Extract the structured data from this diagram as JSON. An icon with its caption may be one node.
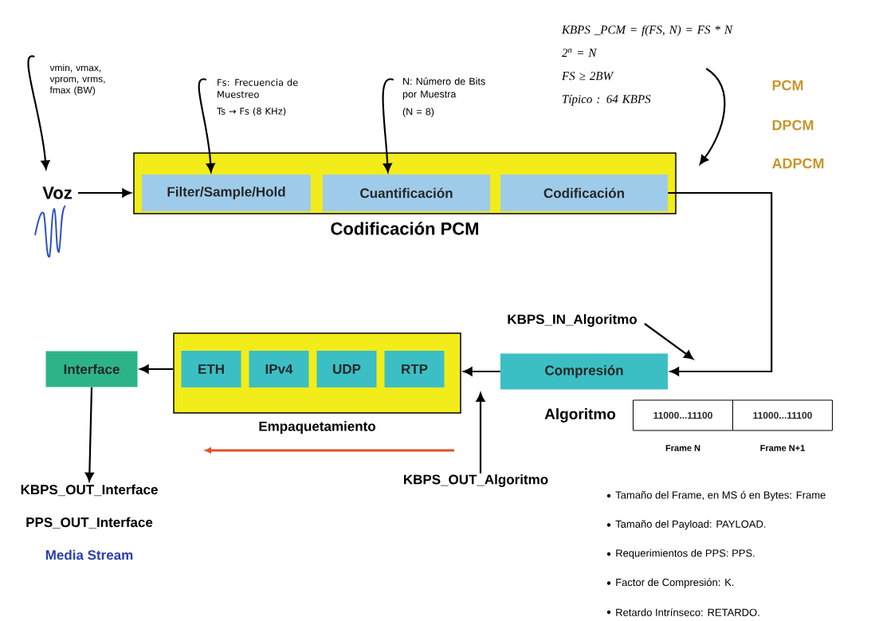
{
  "diagram": {
    "nodes": [
      {
        "text": [
          "Voz"
        ]
      },
      {
        "text": [
          "Codificación PCM"
        ]
      },
      {
        "text": [
          "Filter/Sample/Hold"
        ],
        "in": 1
      },
      {
        "text": [
          "Cuantificación"
        ],
        "in": 1
      },
      {
        "text": [
          "Codificación"
        ],
        "in": 1
      },
      {
        "text": [
          "vmin, vmax, vprom, vrms, fmax (BW)"
        ]
      },
      {
        "text": [
          "Fs: Frecuencia de Muestreo",
          "Ts → Fs (8 KHz)"
        ]
      },
      {
        "text": [
          "N: Número de Bits por Muestra",
          "(N = 8)"
        ]
      },
      {
        "text": [
          "KBPS _PCM = f(FS, N) = FS * N",
          "2$^{n}$ = N",
          "FS ≥ 2BW",
          "Típico : 64 KBPS"
        ]
      },
      {
        "text": [
          "Compresión"
        ],
        "beside": [
          "Algoritmo"
        ]
      },
      {
        "text": [
          "KBPS_IN_Algoritmo"
        ]
      },
      {
        "text": [
          "Empaquetamiento"
        ]
      },
      {
        "text": [
          "ETH"
        ],
        "in": 11
      },
      {
        "text": [
          "IPv4"
        ],
        "in": 11
      },
      {
        "text": [
          "UDP"
        ],
        "in": 11
      },
      {
        "text": [
          "RTP"
        ],
        "in": 11
      },
      {
        "text": [
          "Interface"
        ]
      },
      {
        "text": [
          "KBPS_OUT_Interface",
          "PPS_OUT_Interface",
          "Media Stream"
        ]
      },
      {
        "text": [
          "KBPS_OUT_Algoritmo"
        ]
      },
      {
        "text": [
          "11000...11100"
        ],
        "beside": [
          "Frame N"
        ]
      },
      {
        "text": [
          "11000...11100"
        ],
        "beside": [
          "Frame N+1"
        ]
      }
    ],
    "edges": [
      {
        "from": 5,
        "to": 0,
        "arrow": "to"
      },
      {
        "from": 6,
        "to": 2,
        "arrow": "to"
      },
      {
        "from": 7,
        "to": 3,
        "arrow": "to"
      },
      {
        "from": 8,
        "to": 1,
        "arrow": "to"
      },
      {
        "from": 0,
        "to": 1,
        "arrow": "to"
      },
      {
        "from": 4,
        "to": 9,
        "arrow": "to"
      },
      {
        "from": 10,
        "to": null,
        "arrow": "to"
      },
      {
        "from": 9,
        "to": 11,
        "arrow": "to"
      },
      {
        "from": 11,
        "to": 16,
        "arrow": "to"
      },
      {
        "from": 18,
        "to": null,
        "arrow": "to"
      },
      {
        "from": 16,
        "to": 17,
        "arrow": "to"
      }
    ],
    "labels": [
      "PCM",
      "DPCM",
      "ADPCM",
      "Tamaño del Frame, en MS ó en Bytes: Frame",
      "Tamaño del Payload: PAYLOAD.",
      "Requerimientos de PPS: PPS.",
      "Factor de Compresión: K.",
      "Retardo Intrínseco: RETARDO."
    ]
  }
}
